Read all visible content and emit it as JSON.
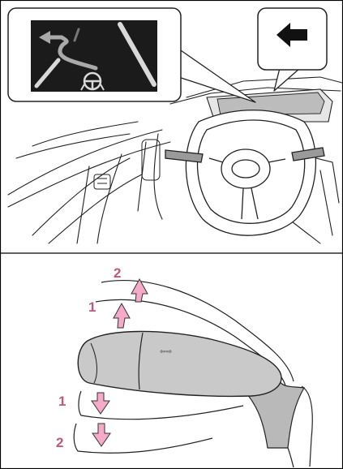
{
  "top_panel": {
    "callout_display": {
      "icon": "lane-departure-road-steering-icon"
    },
    "callout_direction": {
      "icon": "left-arrow-icon"
    },
    "scene": "dashboard-steering-wheel"
  },
  "bottom_panel": {
    "lever_symbol": {
      "icon": "turn-signal-arrows-icon",
      "text": "⇦⇨"
    },
    "labels": {
      "up_2": "2",
      "up_1": "1",
      "down_1": "1",
      "down_2": "2"
    },
    "colors": {
      "arrow_fill": "#f4aac8",
      "label": "#c0577f",
      "lever_fill": "#c9c9c9",
      "display_bg": "#1b1b1b"
    }
  }
}
